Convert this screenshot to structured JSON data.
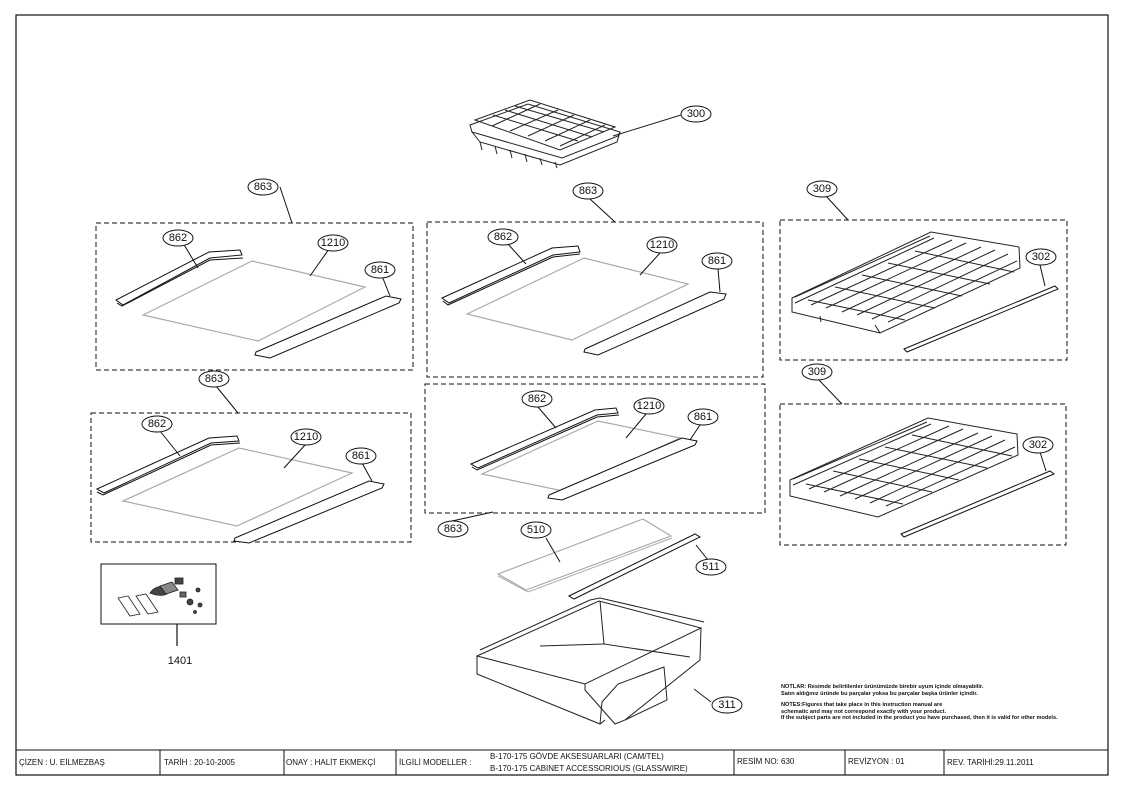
{
  "callouts": {
    "tray": "300",
    "assembly_863": "863",
    "rail_862": "862",
    "glass_1210": "1210",
    "rail_861": "861",
    "wire_shelf": "309",
    "strip_302": "302",
    "cover_510": "510",
    "frame_511": "511",
    "crisper_311": "311",
    "kit_1401": "1401"
  },
  "notes": {
    "tr_line1": "NOTLAR: Resimde belirtilenler ürünümüzde birebir uyum içinde olmayabilir.",
    "tr_line2": "Satın aldığınız üründe bu parçalar yoksa bu parçalar başka ürünler içindir.",
    "en_line1": "NOTES:Figures that take place in this instruction manual are",
    "en_line2": "schematic and may not correspond exactly with your product.",
    "en_line3": "If the subject parts are not included in the product you have purchased, then it is valid for other models."
  },
  "title_block": {
    "drawn_by": "ÇİZEN :   U. EİLMEZBAŞ",
    "date": "TARİH :   20-10-2005",
    "approved_by": "ONAY : HALİT EKMEKÇİ",
    "related_models_label": "İLGİLİ MODELLER :",
    "description_line1": "B-170-175 GÖVDE AKSESUARLARI (CAM/TEL)",
    "description_line2": "B-170-175 CABINET ACCESSORIOUS (GLASS/WIRE)",
    "drawing_no": "RESİM NO:    630",
    "revision": "REVİZYON :   01",
    "revision_date": "REV. TARİHİ:29.11.2011"
  }
}
